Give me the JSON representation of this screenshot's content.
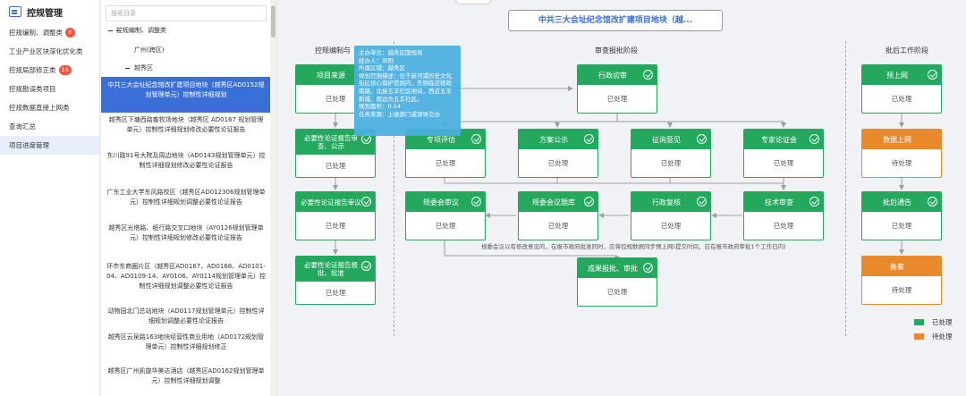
{
  "menu": {
    "title": "控规管理",
    "items": [
      {
        "label": "控规编制、调整类",
        "badge": "6"
      },
      {
        "label": "工业产业区块深化优化类",
        "badge": ""
      },
      {
        "label": "控规局部修正类",
        "badge": "16"
      },
      {
        "label": "控规勘误类项目",
        "badge": ""
      },
      {
        "label": "控规数据直接上网类",
        "badge": ""
      },
      {
        "label": "查询汇总",
        "badge": ""
      },
      {
        "label": "项目进度管理",
        "badge": ""
      }
    ]
  },
  "tree": {
    "search_placeholder": "搜索目录",
    "root": "控规编制、调整类",
    "guangzhou": "广州(跨区)",
    "district": "越秀区",
    "leaves": [
      "中共三大会址纪念馆改扩建项目地块（越秀区AD0152规划管理单元）控制性详细规划",
      "越秀区下塘西路畜牧场地块（越秀区 AD0167 规划管理单元）控制性详细规划修改必要性论证报告",
      "东川路91号大院及周边地块（AD0143规划管理单元）控制性详细规划修改必要性论证报告",
      "广东工业大学东风路校区（越秀区AD012306规划管理单元）控制性详细规划调整必要性论证报告",
      "越秀区光塔路、纸行路交叉口地块（AY0126规划管理单元）控制性详细规划修改必要性论证报告",
      "环市东商圈片区（越秀区AD0167、AD0168、AD0101-04、AD0109-14、AY0106、AY0114规划管理单元）控制性详细规划调整必要性论证报告",
      "动物园北门总站地块（AD0117规划管理单元）控制性详细规划调整必要性论证报告",
      "越秀区云泉路163地块经营性商业用地（AD0172规划管理单元）控制性详细规划修正",
      "越秀区广州凯旋华美达酒店（越秀区AD0162规划管理单元）控制性详细规划调整"
    ]
  },
  "canvas": {
    "title": "中共三大会址纪念馆改扩建项目地块（越...",
    "stages": [
      "控规编制与",
      "审查报批阶段",
      "批后工作阶段"
    ],
    "tooltip": [
      "主办单位：越秀区国规局",
      "经办人：邓阳",
      "所属区域：越秀区",
      "规划范围描述：位于新河浦历史文化街区核心保护范围内，东侧临近德政南路，北接五羊社区地块，西近五羊新城，南边为五羊社区。",
      "规划面积：0.54",
      "任务来源：上级部门或领导交办"
    ],
    "note": "规委会议以有修改意见的，在报市政府批准同时，应将控规数据同步预上网(提交时间，应在报市政府审批1个工作日内)",
    "legend_done": "已处理",
    "legend_pending": "待处理",
    "cards": {
      "xmly": {
        "title": "项目来源",
        "status": "已处理"
      },
      "byxlz": {
        "title": "必要性论证报告审查、公示",
        "status": "已处理"
      },
      "byxsy": {
        "title": "必要性论证报告审议",
        "status": "已处理"
      },
      "byxbp": {
        "title": "必要性论证报告报批、批准",
        "status": "已处理"
      },
      "xzcs": {
        "title": "行政初审",
        "status": "已处理"
      },
      "zxpg": {
        "title": "专项评估",
        "status": "已处理"
      },
      "fags": {
        "title": "方案公示",
        "status": "已处理"
      },
      "zqyj": {
        "title": "征询意见",
        "status": "已处理"
      },
      "zjlzh": {
        "title": "专家论证会",
        "status": "已处理"
      },
      "gwhsy": {
        "title": "规委会审议",
        "status": "已处理"
      },
      "gwhyjk": {
        "title": "规委会议题库",
        "status": "已处理"
      },
      "xzfh": {
        "title": "行政复核",
        "status": "已处理"
      },
      "jssc": {
        "title": "技术审查",
        "status": "已处理"
      },
      "cgbp": {
        "title": "成果报批、审批",
        "status": "已处理"
      },
      "ysw": {
        "title": "预上网",
        "status": "已处理"
      },
      "sjsw": {
        "title": "数据上网",
        "status": "待处理"
      },
      "phgg": {
        "title": "批后通告",
        "status": "已处理"
      },
      "ba": {
        "title": "备案",
        "status": "待处理"
      }
    },
    "colors": {
      "done": "#23a85e",
      "pending": "#e8892b",
      "accent": "#3a6fd8"
    }
  }
}
